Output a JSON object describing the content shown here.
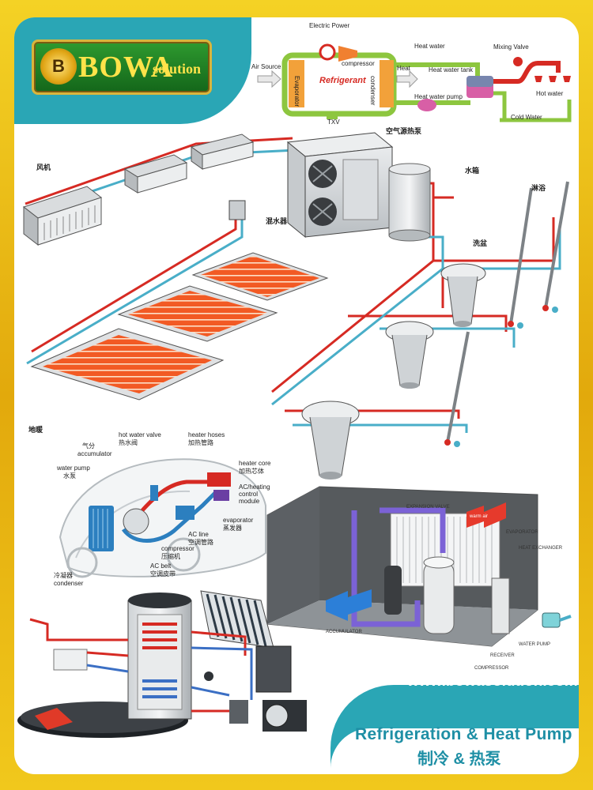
{
  "logo": {
    "mark": "B",
    "main": "BOWA",
    "sub": "solution"
  },
  "footer": {
    "url": "www.bowasolution.com",
    "caption_en": "Refrigeration & Heat Pump",
    "caption_zh": "制冷 & 热泵"
  },
  "cycle": {
    "electric_power": "Electric Power",
    "air_source": "Air Source",
    "compressor": "compressor",
    "refrigerant": "Refrigerant",
    "evaporator": "Evaporator",
    "condenser": "condenser",
    "txv": "TXV",
    "heat": "Heat",
    "heat_water": "Heat water",
    "heat_water_tank": "Heat water tank",
    "heat_water_pump": "Heat water pump",
    "mixing_valve": "Mixing Valve",
    "hot_water": "Hot water",
    "cold_water": "Cold Water"
  },
  "house": {
    "air_source_heat_pump": "空气源热泵",
    "water_tank": "水箱",
    "fan_coil": "风机",
    "water_mixer": "混水器",
    "shower": "淋浴",
    "washbasin": "洗盆",
    "floor_heating": "地暖"
  },
  "car": {
    "hot_water_valve": "hot water valve",
    "hot_water_valve_zh": "热水阀",
    "heater_hoses": "heater hoses",
    "heater_hoses_zh": "加热管路",
    "accumulator_zh": "气分",
    "accumulator": "accumulator",
    "water_pump": "water pump",
    "water_pump_zh": "水泵",
    "heater_core": "heater core",
    "heater_core_zh": "加热芯体",
    "control_module_1": "AC/heating",
    "control_module_2": "control",
    "control_module_3": "module",
    "evaporator": "evaporator",
    "evaporator_zh": "蒸发器",
    "ac_line": "AC line",
    "ac_line_zh": "空调管路",
    "compressor": "compressor",
    "compressor_zh": "压缩机",
    "ac_belt": "AC belt",
    "ac_belt_zh": "空调皮带",
    "condenser_zh": "冷凝器",
    "condenser": "condenser"
  },
  "room": {
    "expansion_valve": "EXPANSION VALVE",
    "evaporator": "EVAPORATOR",
    "heat_exchanger": "HEAT EXCHANGER",
    "accumulator": "ACCUMULATOR",
    "receiver": "RECEIVER",
    "compressor": "COMPRESSOR",
    "water_pump": "WATER PUMP",
    "arrow_label": "warm air"
  },
  "colors": {
    "teal": "#2aa6b5",
    "hot": "#d62a23",
    "cold": "#49aec8",
    "gold": "#e8b914",
    "green": "#8dc63f"
  }
}
